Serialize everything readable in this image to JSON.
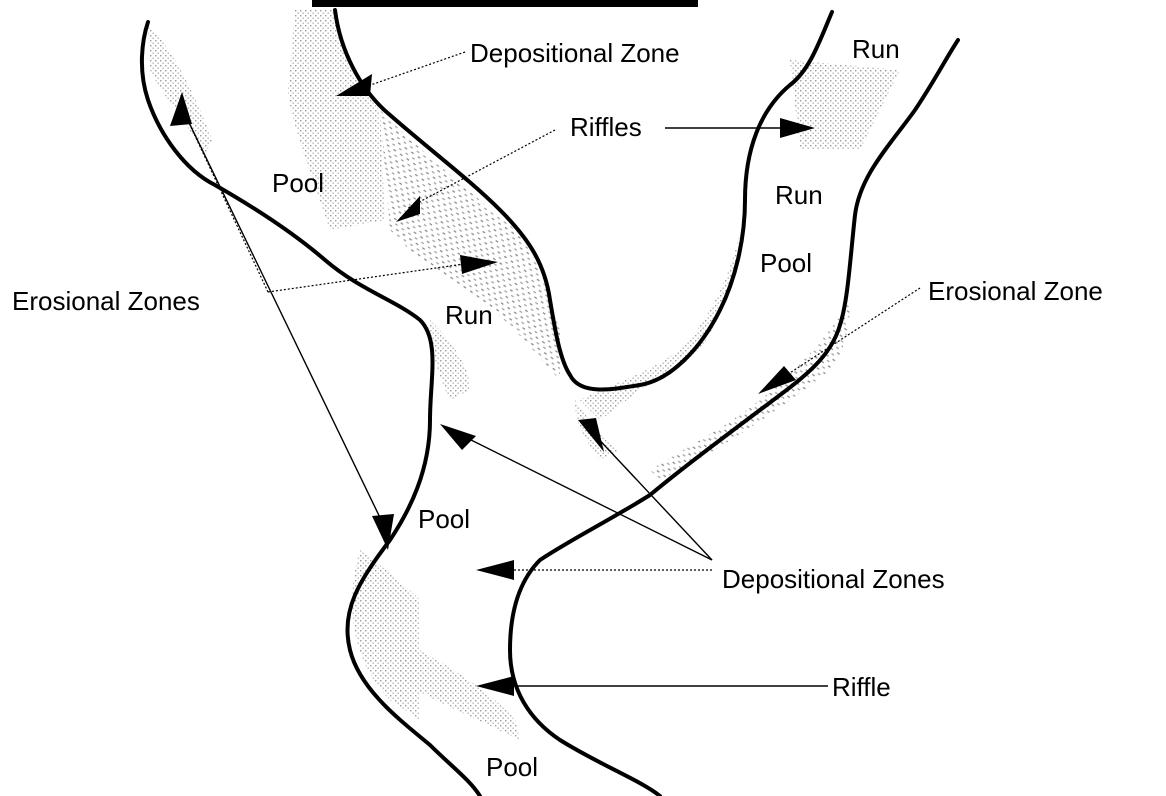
{
  "labels": {
    "depositional_zone_top": "Depositional Zone",
    "run_top_right": "Run",
    "riffles": "Riffles",
    "pool_upper_left": "Pool",
    "run_right_middle": "Run",
    "pool_right_middle": "Pool",
    "erosional_zones": "Erosional Zones",
    "erosional_zone_right": "Erosional Zone",
    "run_center": "Run",
    "pool_lower": "Pool",
    "depositional_zones": "Depositional Zones",
    "riffle": "Riffle",
    "pool_bottom": "Pool"
  },
  "colors": {
    "ink": "#000000",
    "stipple": "#9a9a9a",
    "background": "#ffffff"
  }
}
